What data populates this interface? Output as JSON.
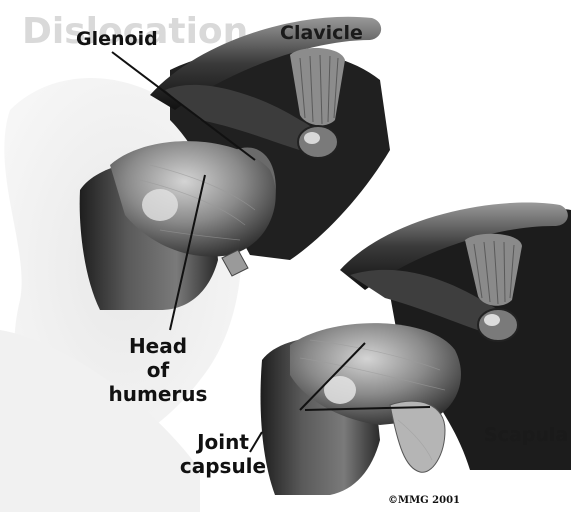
{
  "title_watermark": "Dislocation",
  "labels": {
    "glenoid": "Glenoid",
    "clavicle": "Clavicle",
    "head_of_humerus": [
      "Head",
      "of",
      "humerus"
    ],
    "joint_capsule": [
      "Joint",
      "capsule"
    ],
    "scapula": "Scapula"
  },
  "copyright": "©MMG 2001",
  "colors": {
    "bone_dark": "#2a2a2a",
    "bone_mid": "#6d6d6d",
    "bone_light": "#b8b8b8",
    "background": "#ffffff",
    "label": "#111111"
  }
}
